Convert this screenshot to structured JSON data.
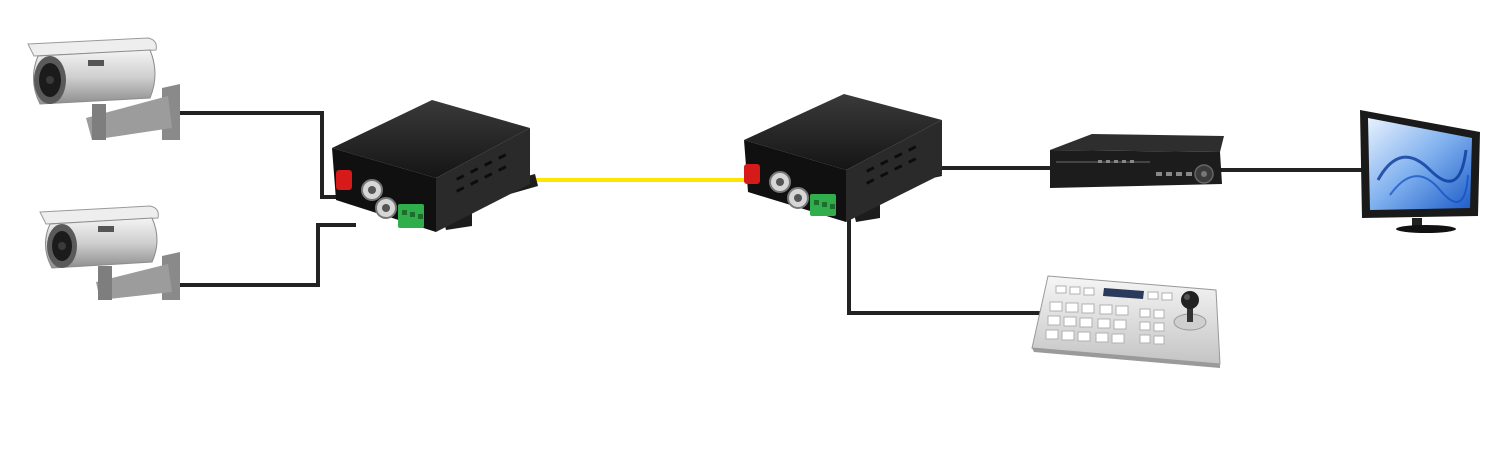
{
  "diagram": {
    "colors": {
      "background": "#ffffff",
      "cable": "#222222",
      "fiber": "#ffe600",
      "device_body": "#1c1c1c",
      "camera_body": "#d9d9d9",
      "fiber_port": "#d61a1a",
      "bnc_port": "#c9c9c9",
      "terminal_block": "#2fae4b",
      "monitor_screen": "#2f6fd6",
      "keyboard_body": "#e8e8e8"
    },
    "components": [
      {
        "id": "camera-1",
        "kind": "cctv-camera",
        "icon": "bullet-camera-icon"
      },
      {
        "id": "camera-2",
        "kind": "cctv-camera",
        "icon": "bullet-camera-icon"
      },
      {
        "id": "transmitter",
        "kind": "fiber-video-converter",
        "icon": "fiber-converter-icon"
      },
      {
        "id": "receiver",
        "kind": "fiber-video-converter",
        "icon": "fiber-converter-icon"
      },
      {
        "id": "dvr",
        "kind": "dvr-recorder",
        "icon": "dvr-icon"
      },
      {
        "id": "monitor",
        "kind": "monitor",
        "icon": "monitor-icon"
      },
      {
        "id": "ptz-keyboard",
        "kind": "ptz-control-keyboard",
        "icon": "joystick-keyboard-icon"
      }
    ],
    "connections": [
      {
        "from": "camera-1",
        "to": "transmitter",
        "medium": "coax"
      },
      {
        "from": "camera-2",
        "to": "transmitter",
        "medium": "coax"
      },
      {
        "from": "transmitter",
        "to": "receiver",
        "medium": "fiber"
      },
      {
        "from": "receiver",
        "to": "dvr",
        "medium": "coax"
      },
      {
        "from": "dvr",
        "to": "monitor",
        "medium": "video"
      },
      {
        "from": "receiver",
        "to": "ptz-keyboard",
        "medium": "data"
      }
    ]
  }
}
